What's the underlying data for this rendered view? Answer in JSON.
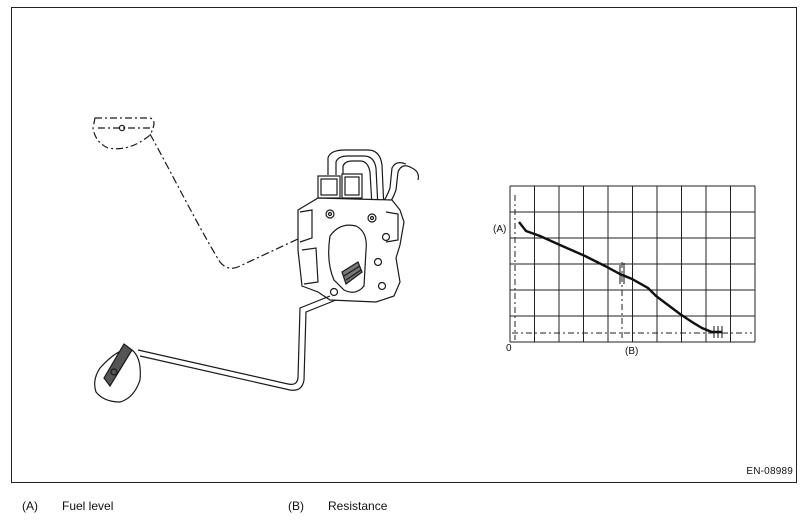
{
  "figure_id": "EN-08989",
  "graph": {
    "y_label": "(A)",
    "x_label": "(B)",
    "origin_label": "0"
  },
  "legend": [
    {
      "key": "(A)",
      "text": "Fuel level"
    },
    {
      "key": "(B)",
      "text": "Resistance"
    }
  ]
}
